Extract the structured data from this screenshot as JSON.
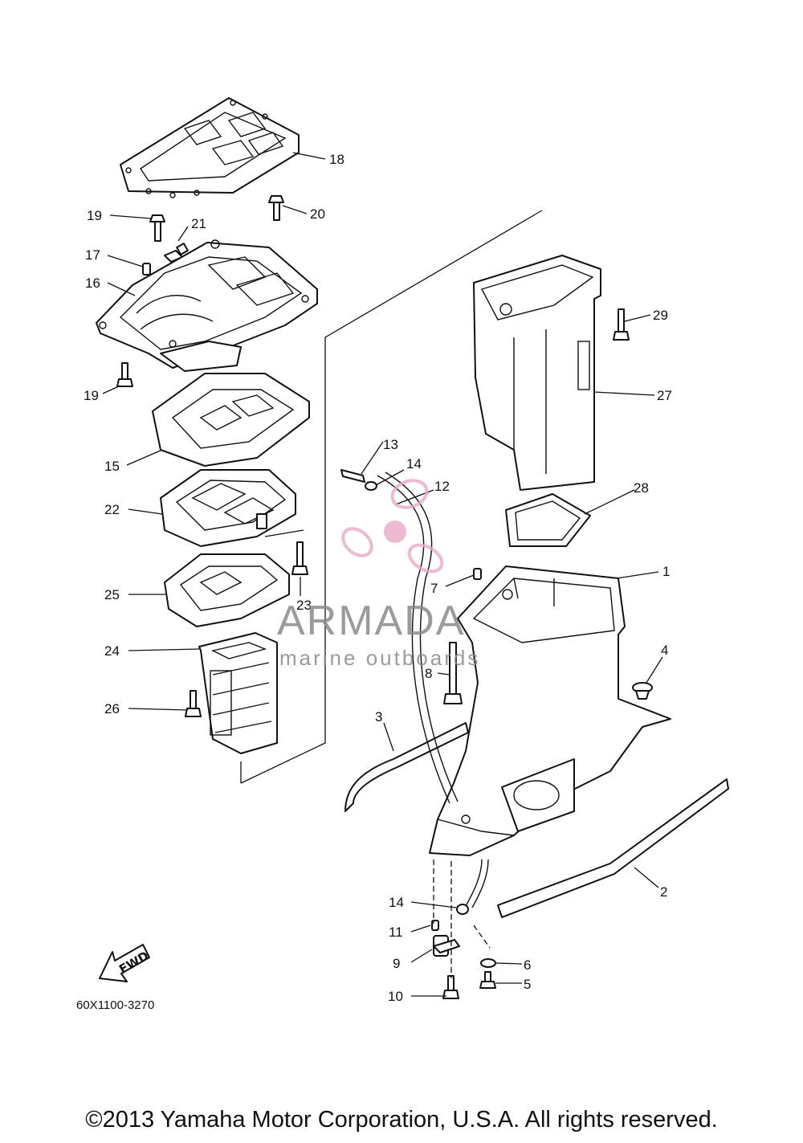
{
  "diagram": {
    "callouts": {
      "c1": "1",
      "c2": "2",
      "c3": "3",
      "c4": "4",
      "c5": "5",
      "c6": "6",
      "c7": "7",
      "c8": "8",
      "c9": "9",
      "c10": "10",
      "c11": "11",
      "c12": "12",
      "c13": "13",
      "c14a": "14",
      "c14b": "14",
      "c15": "15",
      "c16": "16",
      "c17": "17",
      "c18": "18",
      "c19a": "19",
      "c19b": "19",
      "c20": "20",
      "c21": "21",
      "c22": "22",
      "c23": "23",
      "c24": "24",
      "c25": "25",
      "c26": "26",
      "c27": "27",
      "c28": "28",
      "c29": "29"
    },
    "direction_label": "FWD",
    "drawing_code": "60X1100-3270"
  },
  "watermark": {
    "brand": "ARMADA",
    "tagline": "marine outboards",
    "accent_color": "#e8a9c8"
  },
  "copyright": "©2013 Yamaha Motor Corporation, U.S.A. All rights reserved."
}
